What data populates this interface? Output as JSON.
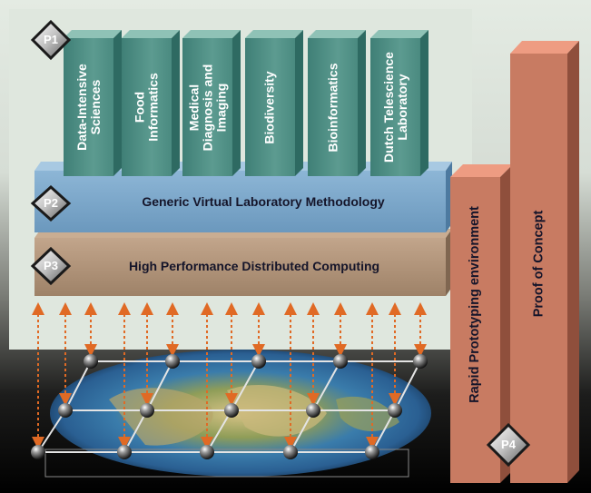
{
  "layers": {
    "p1": {
      "badge": "P1",
      "columns": [
        {
          "label": "Data-Intensive\nSciences"
        },
        {
          "label": "Food\nInformatics"
        },
        {
          "label": "Medical\nDiagnosis and\nImaging"
        },
        {
          "label": "Biodiversity"
        },
        {
          "label": "Bioinformatics"
        },
        {
          "label": "Dutch Telescience\nLaboratory"
        }
      ]
    },
    "p2": {
      "badge": "P2",
      "label": "Generic Virtual Laboratory Methodology"
    },
    "p3": {
      "badge": "P3",
      "label": "High Performance Distributed Computing"
    },
    "p4": {
      "badge": "P4",
      "rapid_label": "Rapid Prototyping environment",
      "proof_label": "Proof of Concept"
    }
  },
  "colors": {
    "background": "#e4ebe3",
    "column_teal": "#4c8c84",
    "column_teal_top": "#8fc2b6",
    "bar_blue": "#7aa6c8",
    "bar_tan": "#b09377",
    "salmon": "#c87b62",
    "salmon_top": "#ee9c82",
    "arrow": "#e06a25",
    "grid": "#dcdcdc"
  },
  "icons": {
    "badge": "diamond-badge-icon",
    "node": "sphere-node-icon",
    "arrow": "dashed-double-arrow-icon"
  }
}
